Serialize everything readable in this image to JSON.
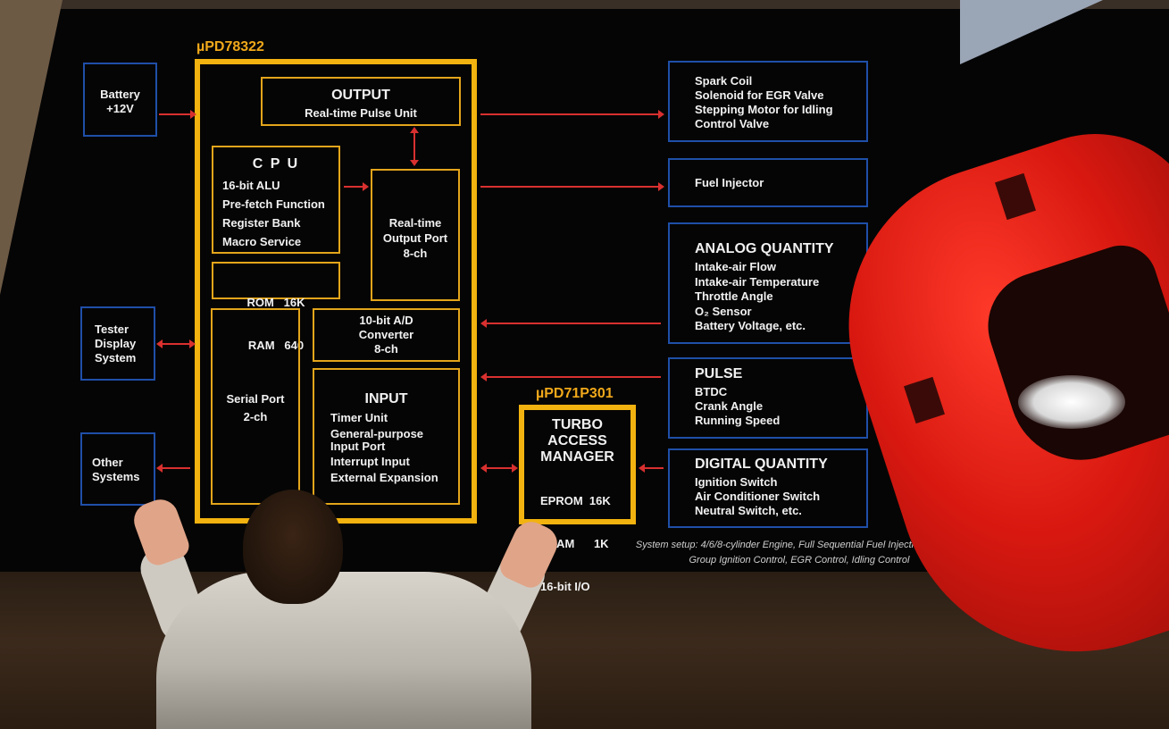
{
  "chips": {
    "main": "µPD78322",
    "turbo": "µPD71P301"
  },
  "inputs_left": {
    "battery": [
      "Battery",
      "+12V"
    ],
    "tester": [
      "Tester",
      "Display",
      "System"
    ],
    "other": [
      "Other",
      "Systems"
    ]
  },
  "main_chip": {
    "output": {
      "title": "OUTPUT",
      "sub": "Real-time Pulse Unit"
    },
    "cpu": {
      "title": "C P U",
      "items": [
        "16-bit ALU",
        "Pre-fetch Function",
        "Register Bank",
        "Macro Service"
      ]
    },
    "memory": [
      "ROM   16K",
      "RAM   640"
    ],
    "rt_port": [
      "Real-time",
      "Output Port",
      "8-ch"
    ],
    "adc": [
      "10-bit A/D",
      "Converter",
      "8-ch"
    ],
    "serial": [
      "Serial Port",
      "2-ch"
    ],
    "input": {
      "title": "INPUT",
      "items": [
        "Timer Unit",
        "General-purpose",
        "Input Port",
        "Interrupt Input",
        "External Expansion"
      ]
    }
  },
  "turbo": {
    "title": [
      "TURBO",
      "ACCESS",
      "MANAGER"
    ],
    "items": [
      "EPROM  16K",
      "SRAM      1K",
      "16-bit I/O"
    ]
  },
  "right_boxes": {
    "actuators": [
      "Spark Coil",
      "Solenoid for EGR Valve",
      "Stepping Motor for Idling",
      "Control Valve"
    ],
    "fuel": "Fuel Injector",
    "analog": {
      "title": "ANALOG QUANTITY",
      "items": [
        "Intake-air Flow",
        "Intake-air Temperature",
        "Throttle Angle",
        "O₂ Sensor",
        "Battery Voltage, etc."
      ]
    },
    "pulse": {
      "title": "PULSE",
      "items": [
        "BTDC",
        "Crank Angle",
        "Running Speed"
      ]
    },
    "digital": {
      "title": "DIGITAL QUANTITY",
      "items": [
        "Ignition Switch",
        "Air Conditioner Switch",
        "Neutral Switch, etc."
      ]
    }
  },
  "caption": [
    "System setup: 4/6/8-cylinder Engine, Full Sequential Fuel Injection System,",
    "Group Ignition Control, EGR Control, Idling Control"
  ],
  "colors": {
    "chip_border": "#f2b20f",
    "io_border": "#1f4fa8",
    "arrow": "#d8302f",
    "car": "#d81810"
  }
}
